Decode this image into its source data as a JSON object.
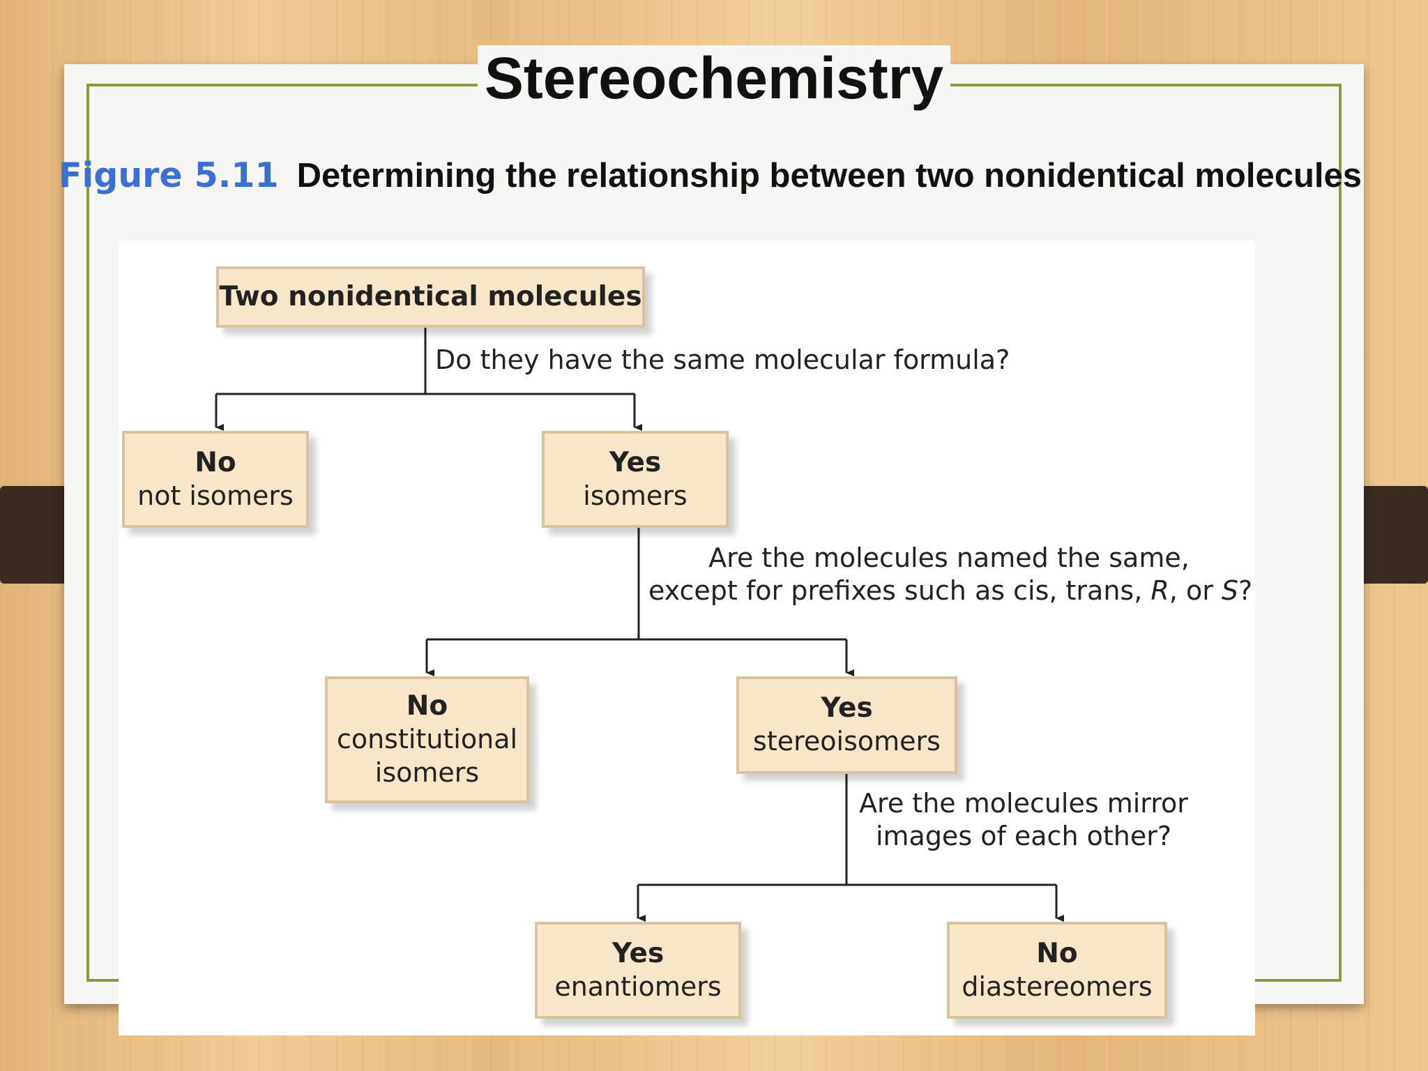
{
  "slide": {
    "title": "Stereochemistry",
    "figure_label": "Figure 5.11",
    "figure_caption": "Determining the relationship between two nonidentical molecules"
  },
  "diagram": {
    "root": "Two nonidentical molecules",
    "question1": "Do they have the same molecular formula?",
    "no1": {
      "head": "No",
      "sub": "not isomers"
    },
    "yes1": {
      "head": "Yes",
      "sub": "isomers"
    },
    "question2": {
      "line1": "Are the molecules named the same,",
      "line2_prefix": "except for prefixes such as cis, trans, ",
      "r": "R",
      "or": ", or ",
      "s": "S",
      "qmark": "?"
    },
    "no2": {
      "head": "No",
      "sub1": "constitutional",
      "sub2": "isomers"
    },
    "yes2": {
      "head": "Yes",
      "sub": "stereoisomers"
    },
    "question3": {
      "line1": "Are the molecules mirror",
      "line2": "images of each other?"
    },
    "yes3": {
      "head": "Yes",
      "sub": "enantiomers"
    },
    "no3": {
      "head": "No",
      "sub": "diastereomers"
    }
  }
}
